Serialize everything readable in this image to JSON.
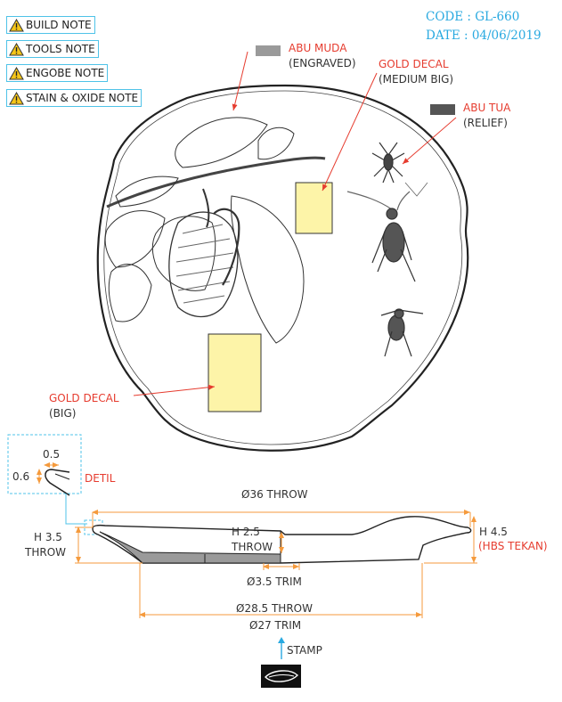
{
  "notes": [
    {
      "label": "BUILD NOTE"
    },
    {
      "label": "TOOLS NOTE"
    },
    {
      "label": "ENGOBE NOTE"
    },
    {
      "label": "STAIN & OXIDE NOTE"
    }
  ],
  "header": {
    "code": "CODE : GL-660",
    "date": "DATE : 04/06/2019"
  },
  "callouts": {
    "abu_muda_title": "ABU MUDA",
    "abu_muda_sub": "(ENGRAVED)",
    "gold_decal_medium_title": "GOLD DECAL",
    "gold_decal_medium_sub": "(MEDIUM BIG)",
    "abu_tua_title": "ABU TUA",
    "abu_tua_sub": "(RELIEF)",
    "gold_decal_big_title": "GOLD DECAL",
    "gold_decal_big_sub": "(BIG)"
  },
  "detail": {
    "label": "DETIL",
    "dim_width": "0.5",
    "dim_height": "0.6"
  },
  "dimensions": {
    "diameter_throw": "Ø36 THROW",
    "height_left_1": "H 3.5",
    "height_left_2": "THROW",
    "height_center_1": "H 2.5",
    "height_center_2": "THROW",
    "height_right": "H 4.5",
    "height_right_note": "(HBS TEKAN)",
    "foot_trim": "Ø3.5 TRIM",
    "foot_throw": "Ø28.5 THROW",
    "foot_trim_27": "Ø27 TRIM"
  },
  "stamp": {
    "label": "STAMP"
  },
  "colors": {
    "abu_muda": "#9a9a9a",
    "abu_tua": "#555555",
    "gold_decal": "#fdf4a8",
    "callout_red": "#e63c2f",
    "dimension_orange": "#f59a3c",
    "detail_blue": "#4fc3e8",
    "code_blue": "#29a9e0"
  }
}
